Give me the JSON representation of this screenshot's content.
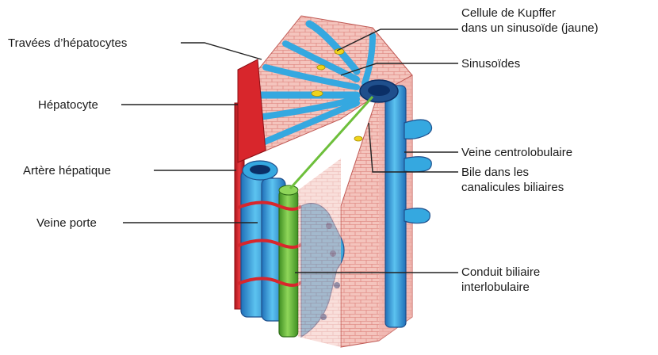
{
  "labels": {
    "kupffer": [
      "Cellule de Kupffer",
      "dans un sinusoïde (jaune)"
    ],
    "travees": "Travées d’hépatocytes",
    "sinusoides": "Sinusoïdes",
    "hepatocyte": "Hépatocyte",
    "veine_centro": "Veine centrolobulaire",
    "artere": "Artère hépatique",
    "bile": [
      "Bile dans les",
      "canalicules biliaires"
    ],
    "veine_porte": "Veine porte",
    "conduit": [
      "Conduit biliaire",
      "interlobulaire"
    ]
  },
  "colors": {
    "vein_blue": "#35a8e0",
    "vein_dark": "#1f4f8c",
    "vein_lumen": "#0b2f66",
    "artery_red": "#d8262c",
    "bile_green": "#6dbf3b",
    "kupffer_yellow": "#f0d31c",
    "tissue_pink": "#f2b8b0",
    "tissue_line": "#d9766f",
    "leader": "#222222"
  }
}
